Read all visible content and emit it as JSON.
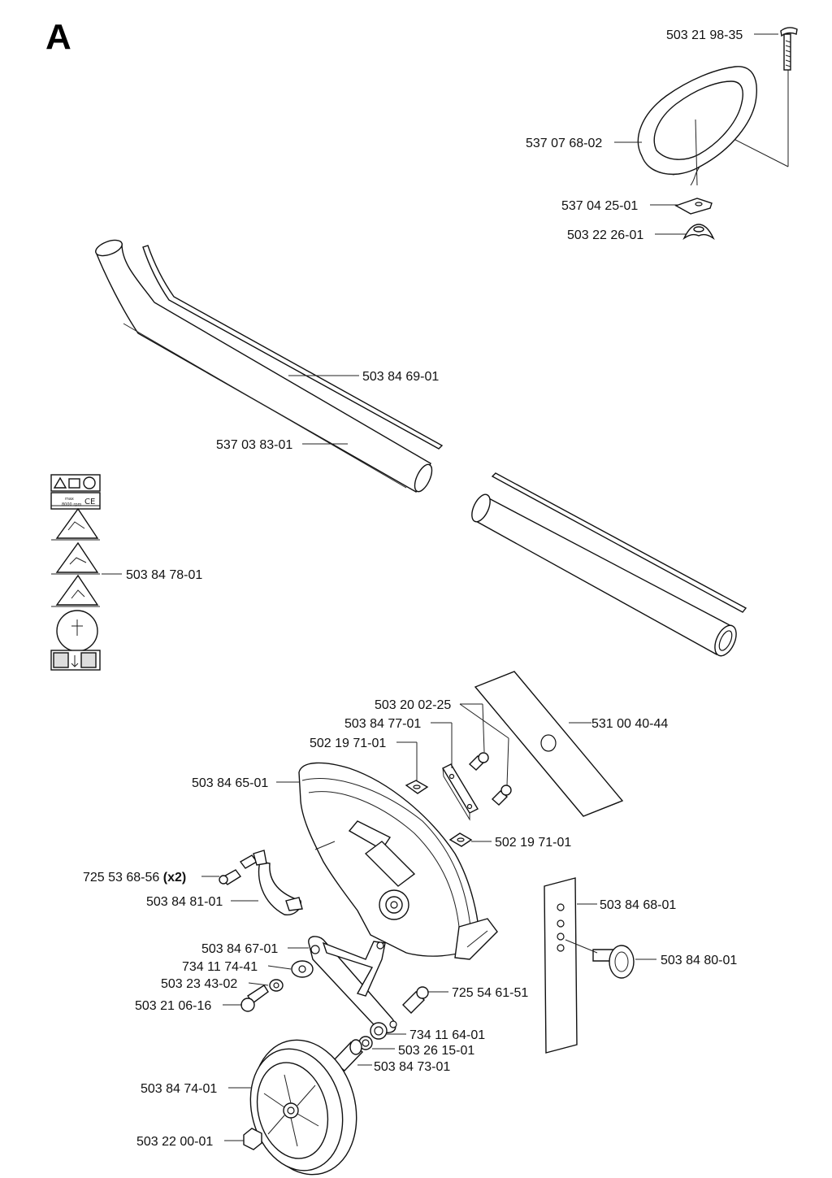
{
  "section_letter": "A",
  "parts": [
    {
      "id": "p01",
      "number": "503 21 98-35"
    },
    {
      "id": "p02",
      "number": "537 07 68-02"
    },
    {
      "id": "p03",
      "number": "537 04 25-01"
    },
    {
      "id": "p04",
      "number": "503 22 26-01"
    },
    {
      "id": "p05",
      "number": "503 84 69-01"
    },
    {
      "id": "p06",
      "number": "537 03 83-01"
    },
    {
      "id": "p07",
      "number": "503 84 78-01"
    },
    {
      "id": "p08",
      "number": "503 20 02-25"
    },
    {
      "id": "p09",
      "number": "503 84 77-01"
    },
    {
      "id": "p10",
      "number": "531 00 40-44"
    },
    {
      "id": "p11",
      "number": "502 19 71-01"
    },
    {
      "id": "p12",
      "number": "503 84 65-01"
    },
    {
      "id": "p13",
      "number": "502 19 71-01"
    },
    {
      "id": "p14",
      "number": "725 53 68-56",
      "qty": "(x2)"
    },
    {
      "id": "p15",
      "number": "503 84 81-01"
    },
    {
      "id": "p16",
      "number": "503 84 68-01"
    },
    {
      "id": "p17",
      "number": "503 84 80-01"
    },
    {
      "id": "p18",
      "number": "503 84 67-01"
    },
    {
      "id": "p19",
      "number": "734 11 74-41"
    },
    {
      "id": "p20",
      "number": "503 23 43-02"
    },
    {
      "id": "p21",
      "number": "725 54 61-51"
    },
    {
      "id": "p22",
      "number": "503 21 06-16"
    },
    {
      "id": "p23",
      "number": "734 11 64-01"
    },
    {
      "id": "p24",
      "number": "503 26 15-01"
    },
    {
      "id": "p25",
      "number": "503 84 73-01"
    },
    {
      "id": "p26",
      "number": "503 84 74-01"
    },
    {
      "id": "p27",
      "number": "503 22 00-01"
    }
  ],
  "decal_text": {
    "max": "max",
    "rpm": "8000 rpm",
    "ce": "CE"
  }
}
